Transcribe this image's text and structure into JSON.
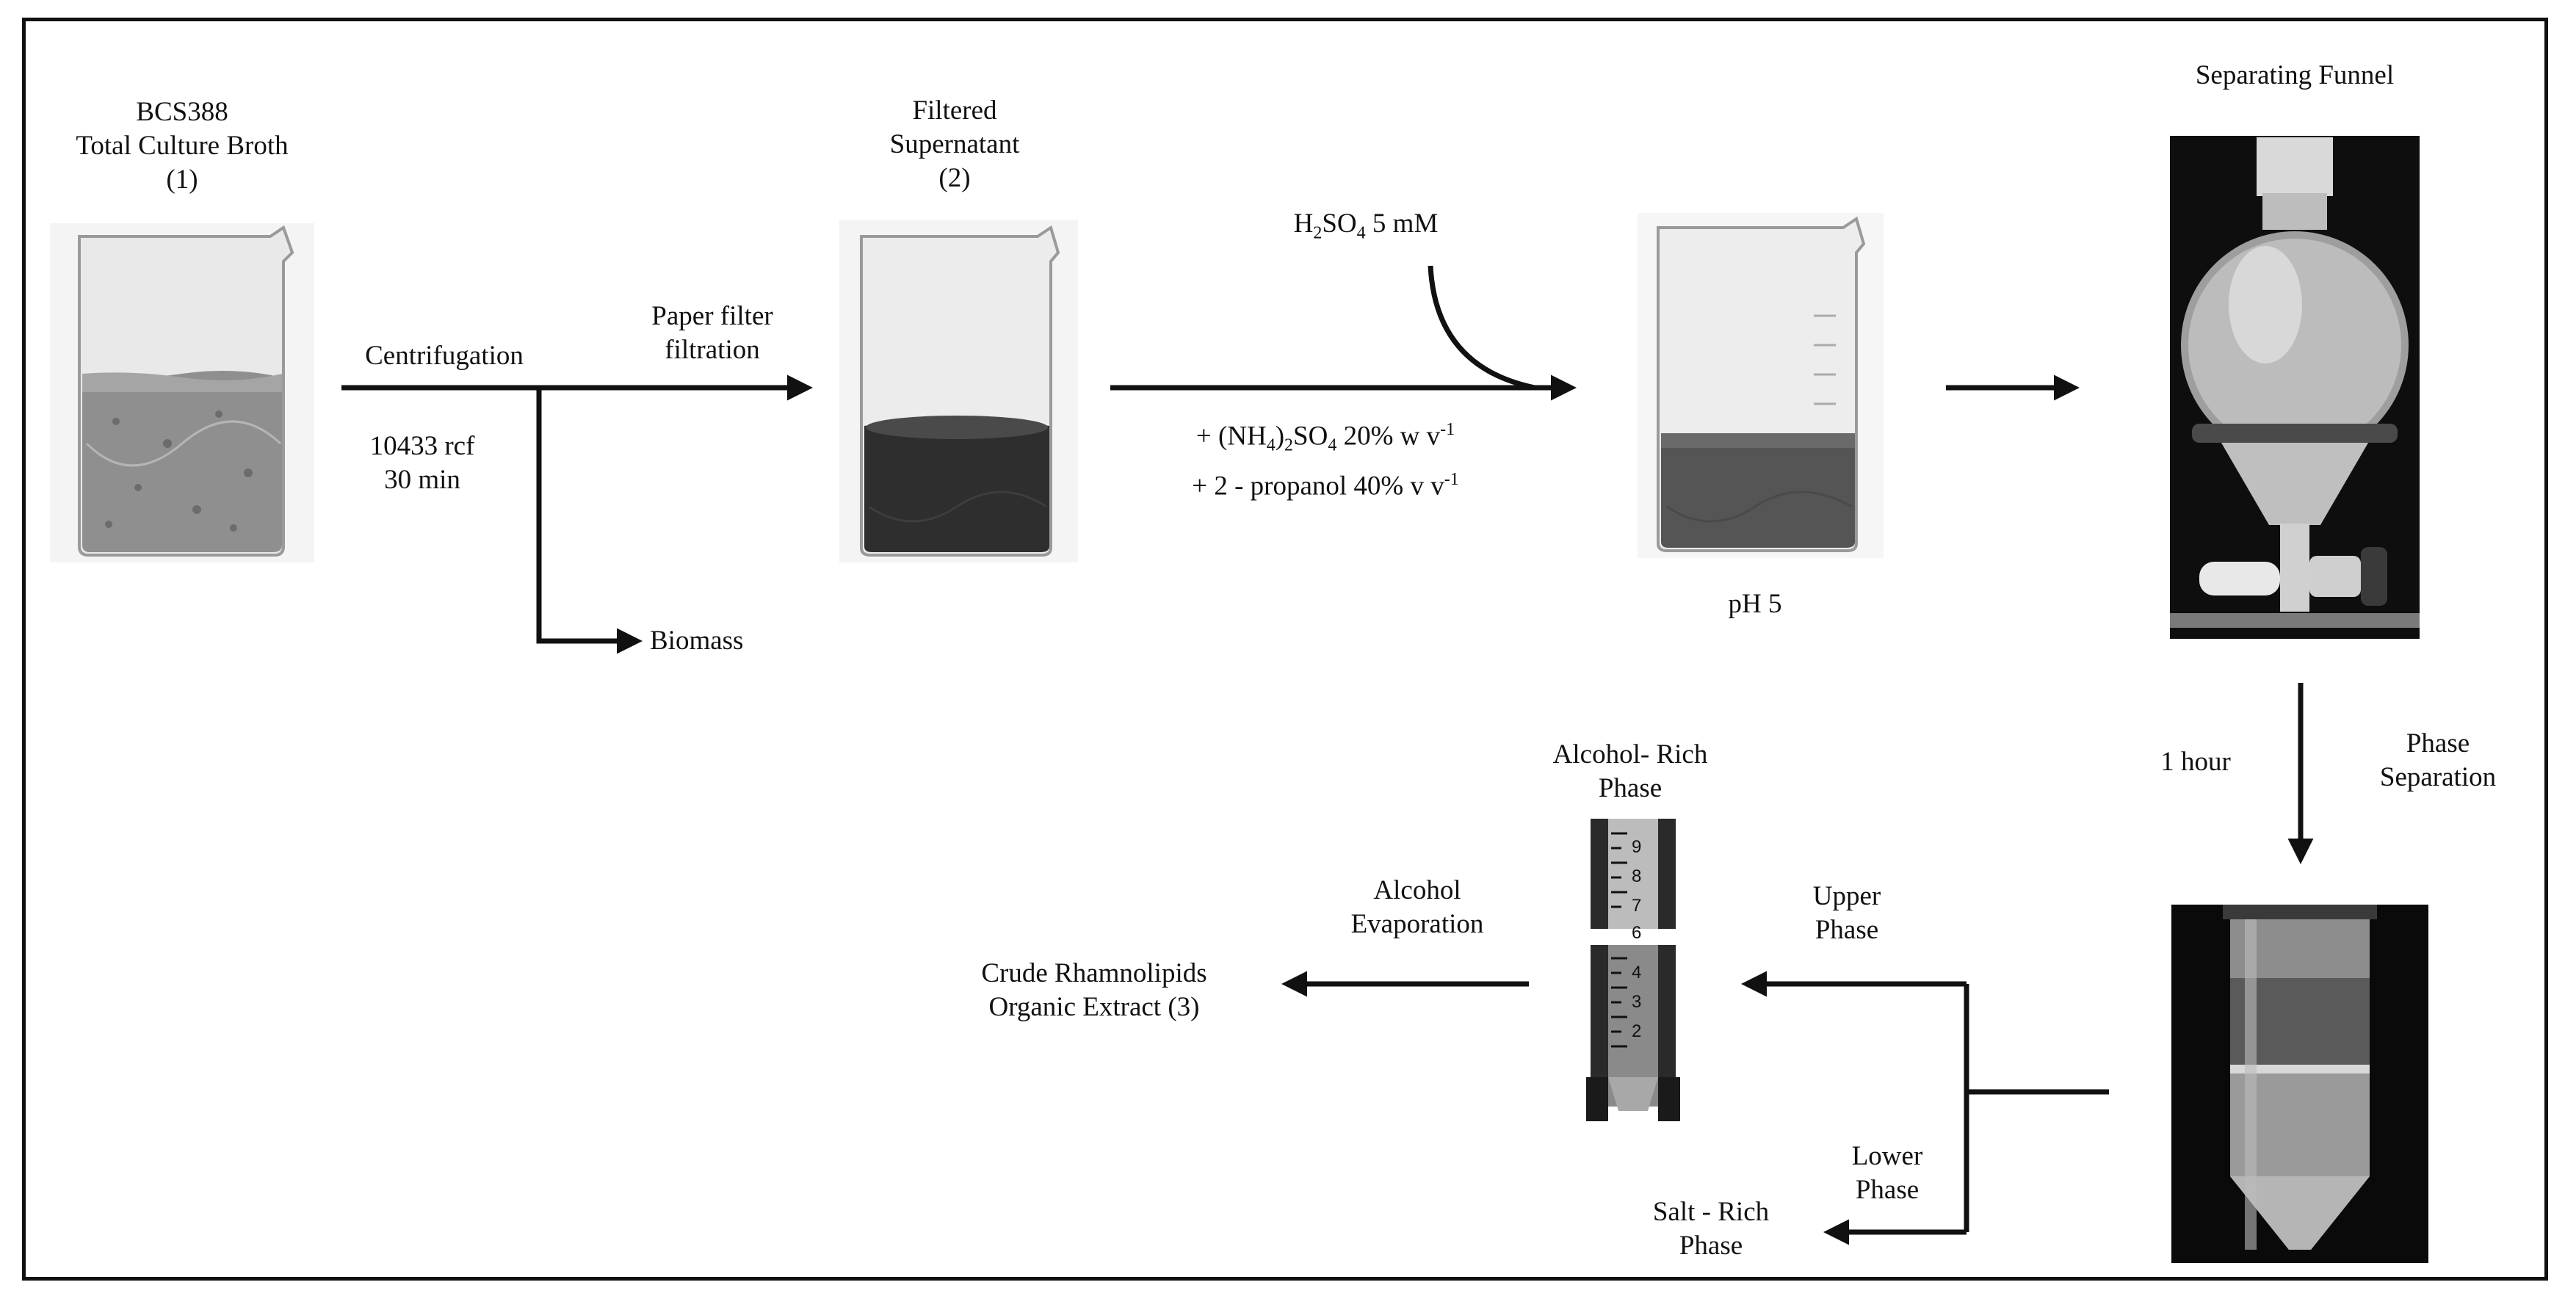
{
  "labels": {
    "broth_line1": "BCS388",
    "broth_line2": "Total Culture Broth",
    "broth_line3": "(1)",
    "filtered_line1": "Filtered",
    "filtered_line2": "Supernatant",
    "filtered_line3": "(2)",
    "centrifugation": "Centrifugation",
    "rcf": "10433 rcf",
    "time": "30 min",
    "paper_filter_line1": "Paper filter",
    "paper_filter_line2": "filtration",
    "biomass": "Biomass",
    "h2so4_prefix": "H",
    "h2so4_sub1": "2",
    "h2so4_mid": "SO",
    "h2so4_sub2": "4",
    "h2so4_suffix": " 5 mM",
    "ammonium_prefix": "+ (NH",
    "ammonium_sub1": "4",
    "ammonium_mid1": ")",
    "ammonium_sub2": "2",
    "ammonium_mid2": "SO",
    "ammonium_sub3": "4",
    "ammonium_suffix": " 20% w v",
    "ammonium_sup": "-1",
    "propanol": "+ 2 - propanol 40% v v",
    "propanol_sup": "-1",
    "ph": "pH 5",
    "separating_funnel": "Separating Funnel",
    "one_hour": "1 hour",
    "phase_sep_line1": "Phase",
    "phase_sep_line2": "Separation",
    "alcohol_rich_line1": "Alcohol- Rich",
    "alcohol_rich_line2": "Phase",
    "upper_phase_line1": "Upper",
    "upper_phase_line2": "Phase",
    "lower_phase_line1": "Lower",
    "lower_phase_line2": "Phase",
    "salt_rich_line1": "Salt - Rich",
    "salt_rich_line2": "Phase",
    "alcohol_evap_line1": "Alcohol",
    "alcohol_evap_line2": "Evaporation",
    "crude_line1": "Crude Rhamnolipids",
    "crude_line2": "Organic Extract (3)"
  },
  "tube_scale_numbers": [
    "9",
    "8",
    "7",
    "6",
    "4",
    "3",
    "2"
  ],
  "colors": {
    "ink": "#111111",
    "broth_liquid": "#8f8f8f",
    "dark_liquid": "#2e2e2e",
    "ph_liquid": "#555555"
  }
}
